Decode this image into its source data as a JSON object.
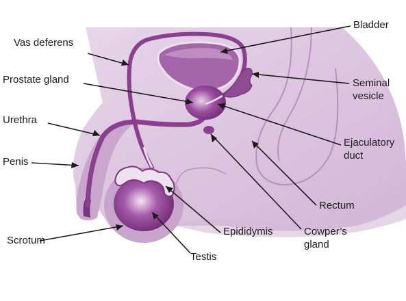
{
  "labels": {
    "vas_deferens": "Vas deferens",
    "prostate_gland": "Prostate gland",
    "urethra": "Urethra",
    "penis": "Penis",
    "scrotum": "Scrotum",
    "testis": "Testis",
    "epididymis": "Epididymis",
    "cowpers_gland_line1": "Cowper’s",
    "cowpers_gland_line2": "gland",
    "rectum": "Rectum",
    "ejaculatory_duct_line1": "Ejaculatory",
    "ejaculatory_duct_line2": "duct",
    "seminal_vesicle_line1": "Seminal",
    "seminal_vesicle_line2": "vesicle",
    "bladder": "Bladder"
  },
  "colors": {
    "body_fill": "#ddc7e0",
    "body_edge": "#c9a9cd",
    "organ_fill": "#8e4b92",
    "organ_light": "#b983bd",
    "duct": "#8a3f8f",
    "dark_outline": "#6e2a73",
    "label_text": "#1a1a1a",
    "pointer_line": "#1a1a1a"
  }
}
